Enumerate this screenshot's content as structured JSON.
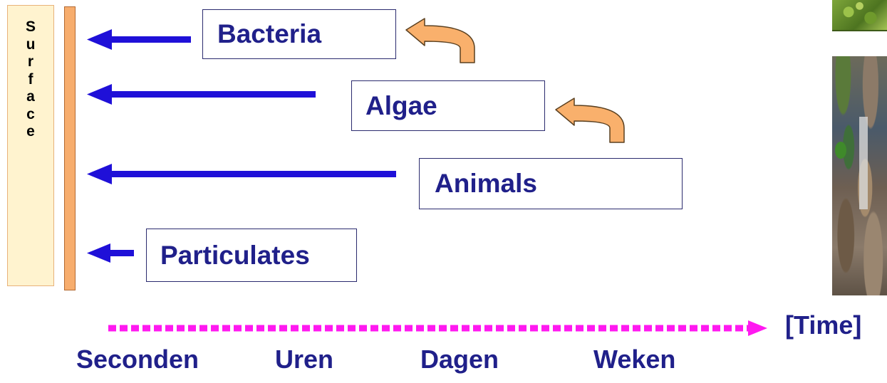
{
  "surface": {
    "letters": [
      "S",
      "u",
      "r",
      "f",
      "a",
      "c",
      "e"
    ]
  },
  "organisms": {
    "bacteria": "Bacteria",
    "algae": "Algae",
    "animals": "Animals",
    "particulates": "Particulates"
  },
  "time_axis": {
    "label": "[Time]",
    "scale": [
      "Seconden",
      "Uren",
      "Dagen",
      "Weken"
    ]
  },
  "colors": {
    "arrow_blue": "#1f10d8",
    "text_navy": "#20208a",
    "curved_arrow_fill": "#f9b06c",
    "time_arrow_magenta": "#ff19f0",
    "surface_bar": "#f7ad6d",
    "surface_box_fill": "#fff3cf"
  },
  "photos": [
    "green-organism-photo",
    "fouled-structure-photo"
  ]
}
